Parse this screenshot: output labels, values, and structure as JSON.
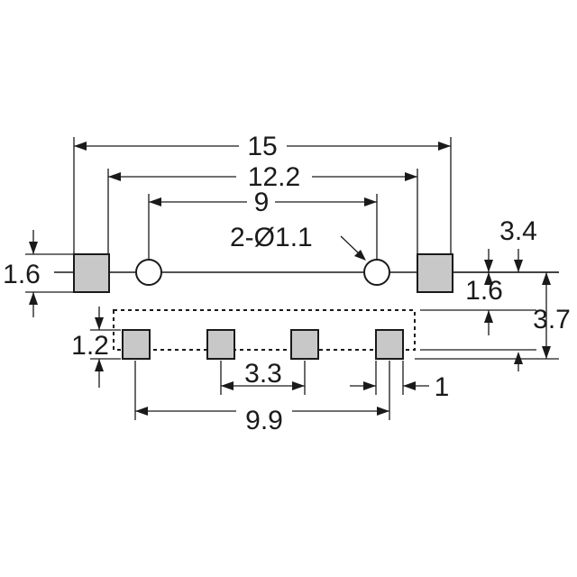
{
  "dimensions": {
    "overall_width": "15",
    "pad_span": "12.2",
    "hole_span": "9",
    "hole_callout": "2-Ø1.1",
    "pad_height": "1.6",
    "right_offset": "3.4",
    "right_gap": "1.6",
    "total_depth": "3.7",
    "lower_pad_height": "1.2",
    "lower_pitch": "3.3",
    "lower_pad_width": "1",
    "lower_span": "9.9"
  },
  "colors": {
    "pad_fill": "#c8c8c8",
    "line": "#1a1a1a"
  }
}
